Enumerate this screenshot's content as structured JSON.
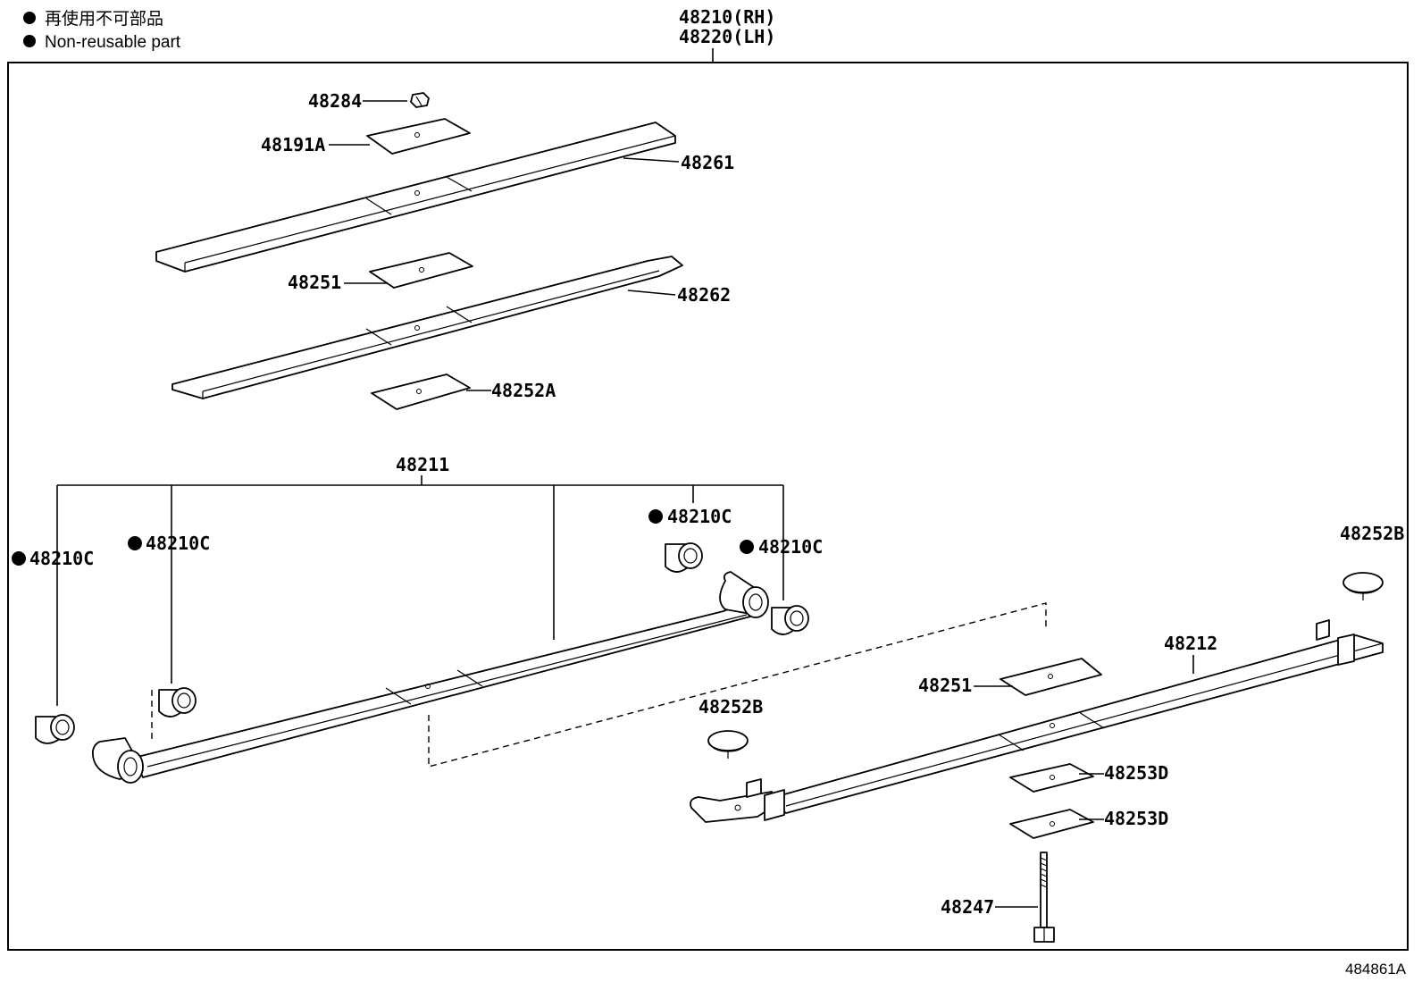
{
  "legend": {
    "jp": "再使用不可部品",
    "en": "Non-reusable part"
  },
  "assembly": {
    "rh": "48210(RH)",
    "lh": "48220(LH)"
  },
  "labels": {
    "p48284": "48284",
    "p48191a": "48191A",
    "p48261": "48261",
    "p48251a": "48251",
    "p48262": "48262",
    "p48252a": "48252A",
    "p48211": "48211",
    "bush1": "48210C",
    "bush2": "48210C",
    "bush3": "48210C",
    "bush4": "48210C",
    "p48252b1": "48252B",
    "p48252b2": "48252B",
    "p48212": "48212",
    "p48251b": "48251",
    "p48253d1": "48253D",
    "p48253d2": "48253D",
    "p48247": "48247"
  },
  "figure_code": "484861A"
}
